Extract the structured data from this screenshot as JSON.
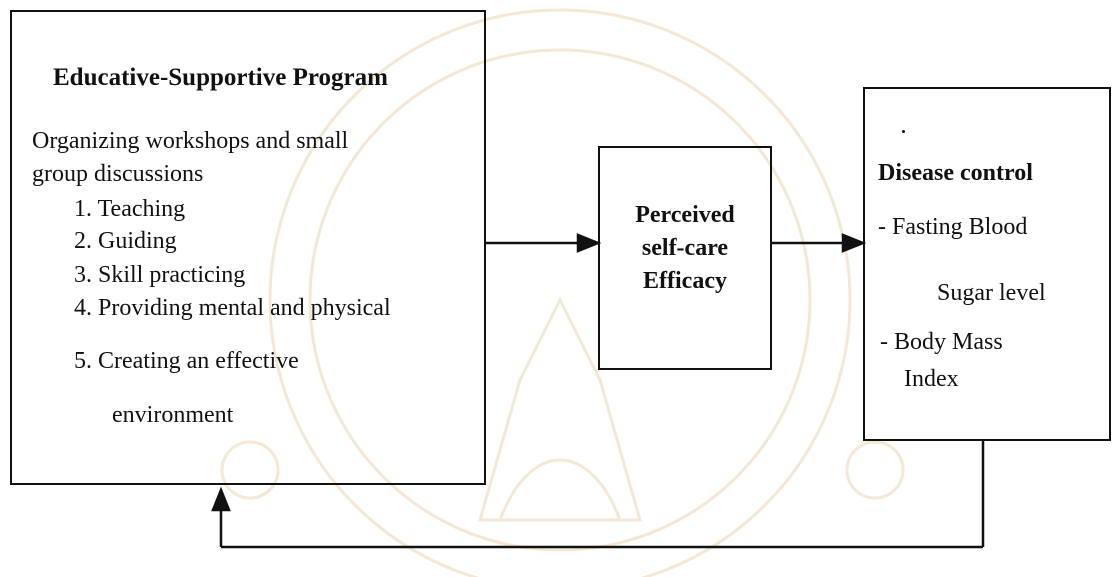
{
  "program": {
    "title": "Educative-Supportive Program",
    "intro_line1": "Organizing workshops and small",
    "intro_line2": "group discussions",
    "items": [
      "1. Teaching",
      "2. Guiding",
      "3. Skill practicing",
      "4. Providing mental and physical",
      "5. Creating an effective"
    ],
    "item5_continuation": "environment"
  },
  "efficacy": {
    "line1": "Perceived",
    "line2": "self-care",
    "line3": "Efficacy"
  },
  "control": {
    "title": "Disease control",
    "item1_line1": "- Fasting Blood",
    "item1_line2": "Sugar level",
    "item2_line1": "- Body Mass",
    "item2_line2": "Index"
  },
  "colors": {
    "ink": "#111111",
    "watermark": "#e8c9a0"
  }
}
